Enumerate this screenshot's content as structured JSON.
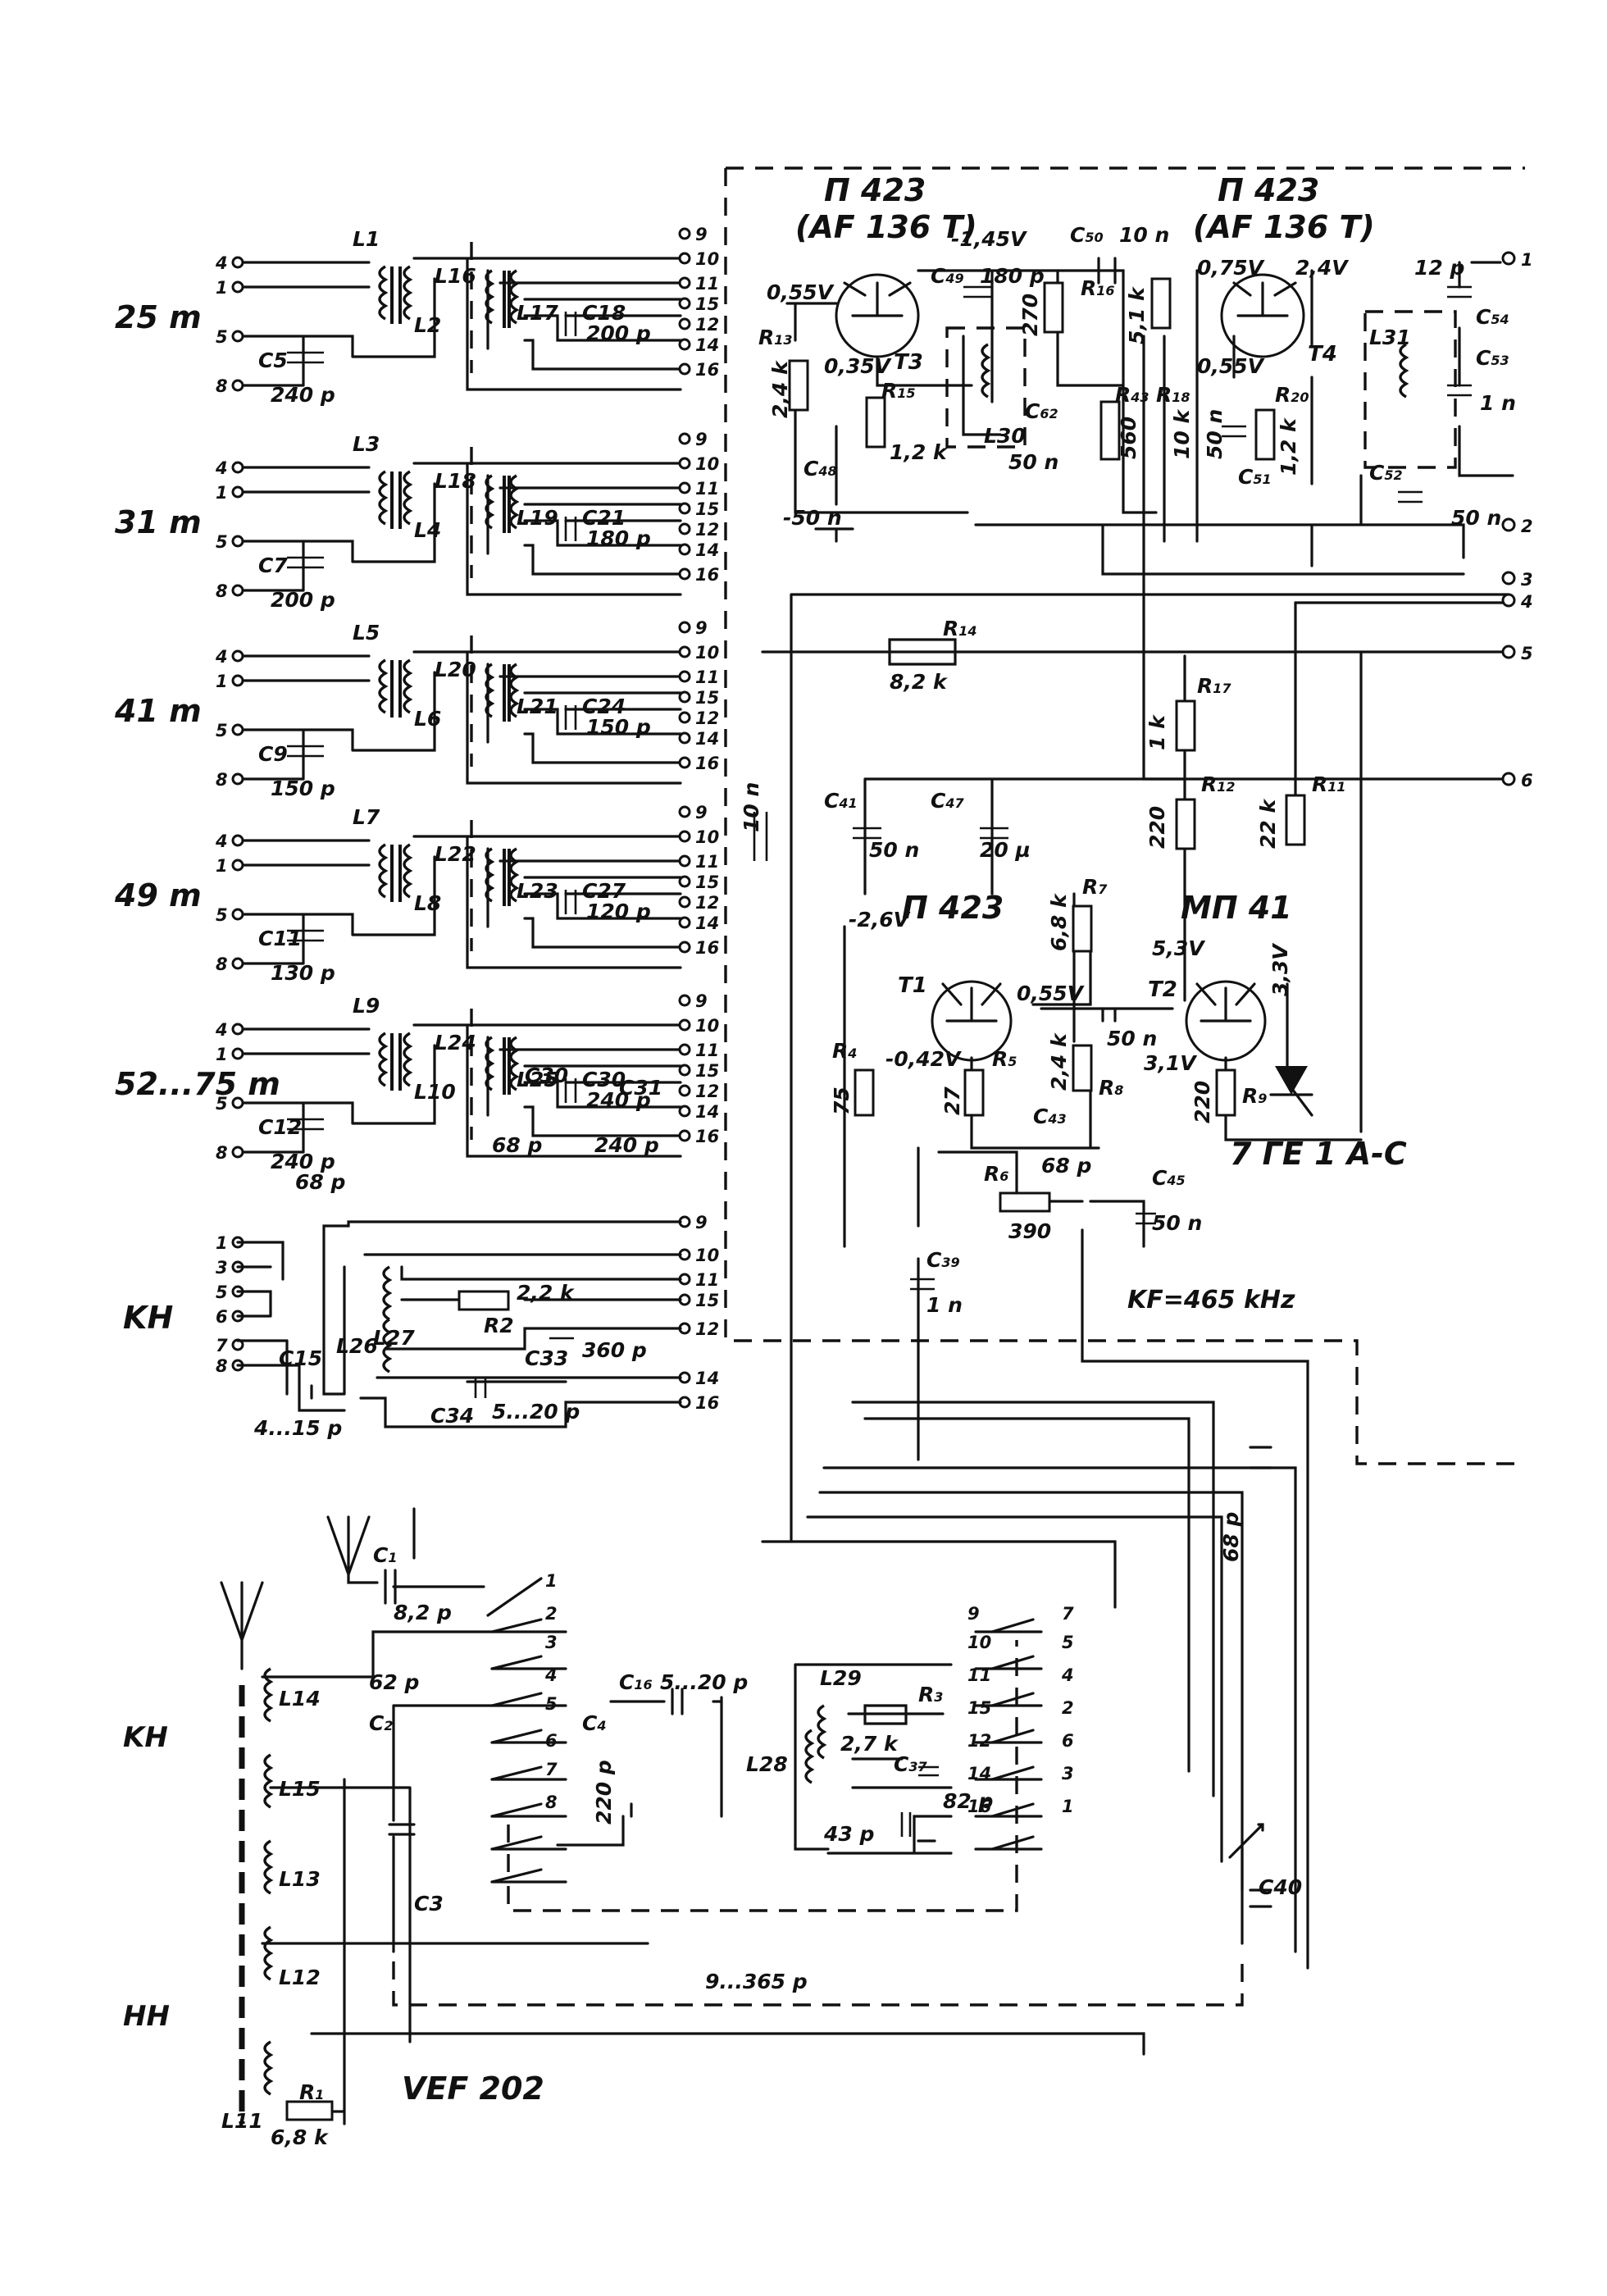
{
  "title": "VEF 202",
  "if_note": "KF=465 kHz",
  "bands": [
    {
      "label": "25 m",
      "coils": [
        "L1",
        "L2",
        "L16",
        "L17"
      ],
      "cap": "C5",
      "cap_value": "240 p",
      "trim_cap": "C18",
      "trim_value": "200 p"
    },
    {
      "label": "31 m",
      "coils": [
        "L3",
        "L4",
        "L18",
        "L19"
      ],
      "cap": "C7",
      "cap_value": "200 p",
      "trim_cap": "C21",
      "trim_value": "180 p"
    },
    {
      "label": "41 m",
      "coils": [
        "L5",
        "L6",
        "L20",
        "L21"
      ],
      "cap": "C9",
      "cap_value": "150 p",
      "trim_cap": "C24",
      "trim_value": "150 p"
    },
    {
      "label": "49 m",
      "coils": [
        "L7",
        "L8",
        "L22",
        "L23"
      ],
      "cap": "C11",
      "cap_value": "130 p",
      "trim_cap": "C27",
      "trim_value": "120 p"
    },
    {
      "label": "52...75 m",
      "coils": [
        "L9",
        "L10",
        "L24",
        "L25"
      ],
      "cap": "C12",
      "cap_value": "240 p",
      "cap2": "C30",
      "cap2_value": "68 p",
      "cap3": "C31",
      "cap3_value": "240 p",
      "extra_value": "68 p"
    },
    {
      "label": "KH",
      "coils": [
        "L26",
        "L27"
      ],
      "cap": "C15",
      "cap_value": "4...15 p",
      "res": "R2",
      "res_value": "2,2 k",
      "cap2": "C33",
      "cap2_value": "360 p",
      "cap3": "C34",
      "cap3_value": "5...20 p"
    }
  ],
  "band_pins_left": [
    "4",
    "1",
    "5",
    "8"
  ],
  "band_pins_right": [
    "9",
    "10",
    "11",
    "15",
    "12",
    "14",
    "16"
  ],
  "kh_pins_left": [
    "1",
    "3",
    "5",
    "6",
    "7",
    "8"
  ],
  "transistors": [
    {
      "name": "T3",
      "type": "П 423",
      "equiv": "(AF 136 T)"
    },
    {
      "name": "T4",
      "type": "П 423",
      "equiv": "(AF 136 T)"
    },
    {
      "name": "T1",
      "type": "П 423"
    },
    {
      "name": "T2",
      "type": "МП 41"
    }
  ],
  "diode": "7 ГЕ 1 А-С",
  "voltages": {
    "t3_base": "0,55V",
    "t3_emitter": "0,35V",
    "t3_collector": "-1,45V",
    "t4_base": "0,55V",
    "t4_emitter": "0,75V",
    "t4_collector": "2,4V",
    "t1_collector": "-2,6V",
    "t1_emitter": "-0,42V",
    "t1_out": "0,55V",
    "t2_collector": "5,3V",
    "t2_emitter": "3,1V",
    "t2_base": "3,3V"
  },
  "components": {
    "R13": "2,4 k",
    "R15": "1,2 k",
    "C48": "50 n",
    "C49": "180 p",
    "C50": "10 n",
    "R16": "270",
    "R43": "560",
    "C62": "50 n",
    "R18": "10 k",
    "R5k": "5,1 k",
    "R20": "1,2 k",
    "C51": "50 n",
    "C54": "12 p",
    "C53": "1 n",
    "C52": "50 n",
    "R14": "8,2 k",
    "R17": "1 k",
    "R12": "220",
    "R11": "22 k",
    "C41": "50 n",
    "C47": "20 µ",
    "C42": "10 n",
    "R7": "6,8 k",
    "R4": "75",
    "R5": "27",
    "R8": "2,4 k",
    "C44": "50 n",
    "C43": "68 p",
    "R6": "390",
    "R9": "220",
    "C45": "50 n",
    "C39": "1 n",
    "C48b": "50 n",
    "L30": "L30",
    "L31": "L31"
  },
  "labels": {
    "c48_extra": "-50 n",
    "c61": "68 p"
  },
  "front_end": {
    "coils": [
      "L14",
      "L15",
      "L13",
      "L12",
      "L11"
    ],
    "band_tags": [
      "KH",
      "HH"
    ],
    "C1": "8,2 p",
    "C2": "62 p",
    "C3": "C3",
    "C4": "220 p",
    "C16": "5...20 p",
    "L28": "L28",
    "L29": "L29",
    "R3": "2,7 k",
    "C37": "82 p",
    "C38": "43 p",
    "C40": "C40",
    "R1": "6,8 k",
    "tuning": "9...365 p",
    "switch_left_pins": [
      "1",
      "2",
      "3",
      "4",
      "5",
      "6",
      "7",
      "8"
    ],
    "switch_mid_pins": [
      "9",
      "10",
      "11",
      "15",
      "12",
      "14",
      "16"
    ],
    "switch_right_pins": [
      "7",
      "5",
      "4",
      "2",
      "6",
      "3",
      "1"
    ]
  },
  "connector_pins": [
    "1",
    "2",
    "3",
    "4",
    "5",
    "6"
  ]
}
